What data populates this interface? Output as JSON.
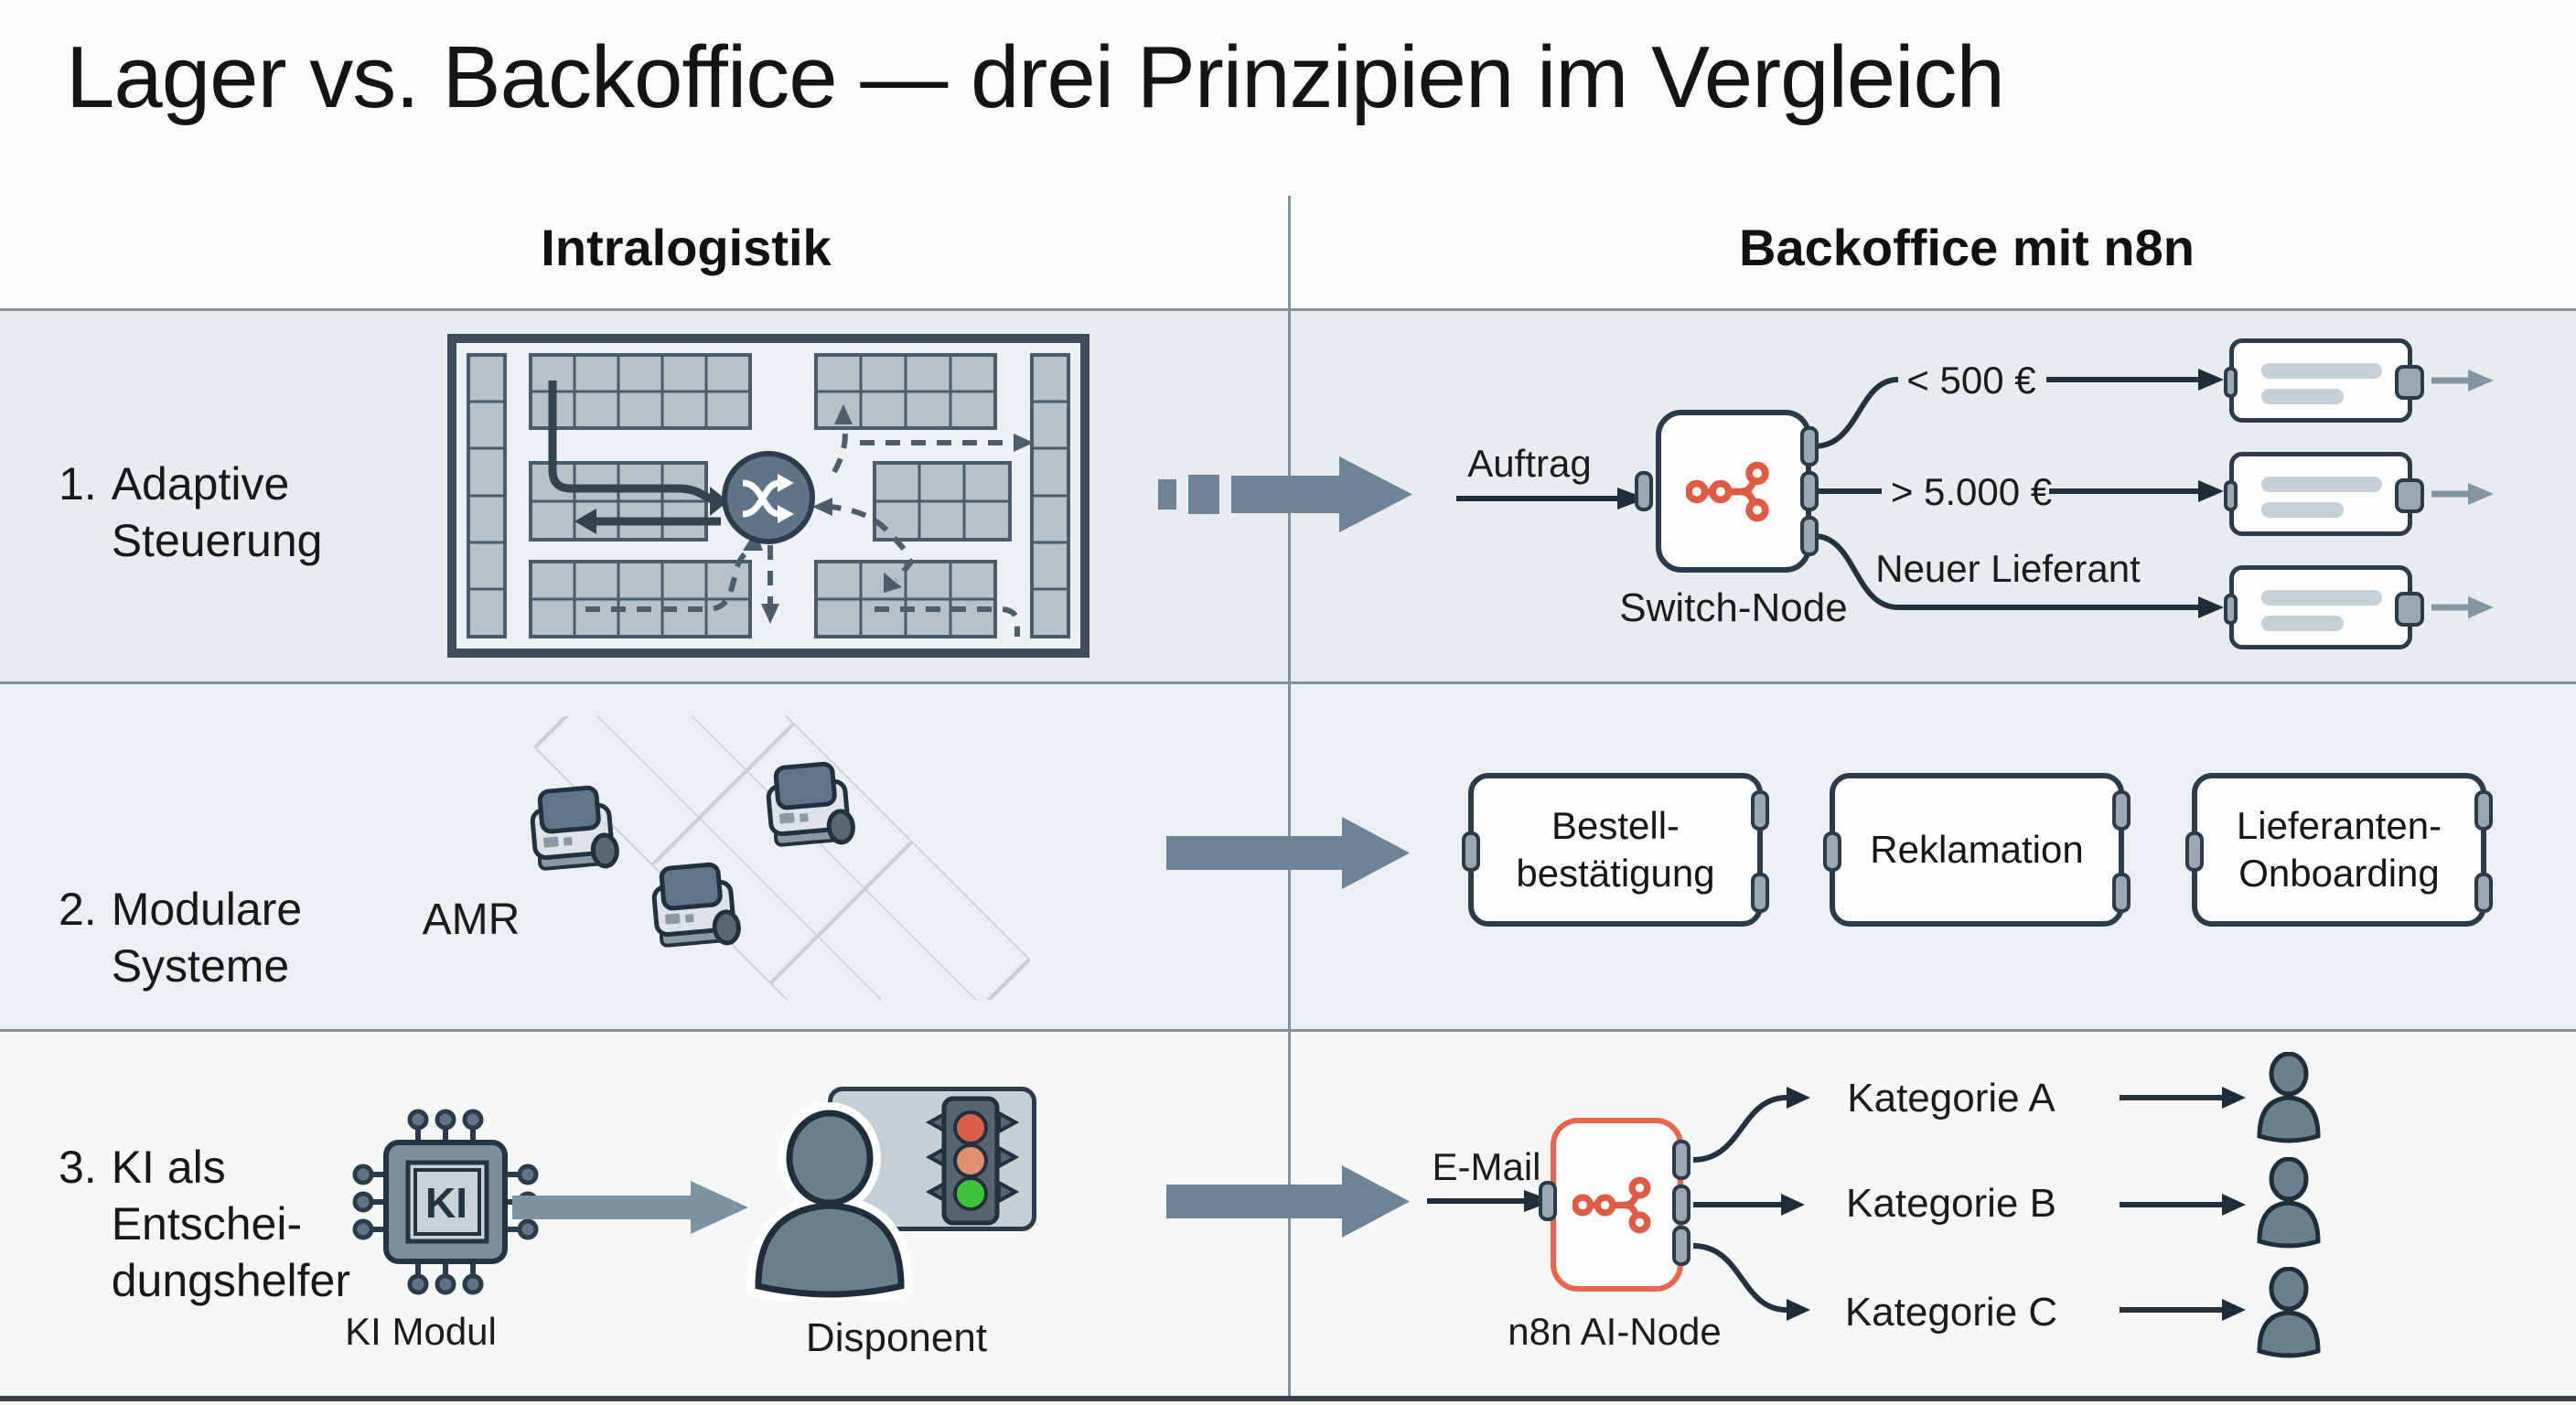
{
  "title": "Lager vs. Backoffice — drei Prinzipien im Vergleich",
  "columns": {
    "left": "Intralogistik",
    "right": "Backoffice mit n8n"
  },
  "row1": {
    "number": "1.",
    "label": "Adaptive\nSteuerung",
    "input_label": "Auftrag",
    "node_label": "Switch-Node",
    "branch_labels": [
      "< 500 €",
      "> 5.000 €",
      "Neuer Lieferant"
    ]
  },
  "row2": {
    "number": "2.",
    "label": "Modulare\nSysteme",
    "amr_label": "AMR",
    "node_labels": [
      "Bestell-\nbestätigung",
      "Reklamation",
      "Lieferanten-\nOnboarding"
    ]
  },
  "row3": {
    "number": "3.",
    "label": "KI als\nEntschei-\ndungshelfer",
    "chip_text": "KI",
    "chip_label": "KI Modul",
    "person_label": "Disponent",
    "input_label": "E-Mail",
    "node_label": "n8n AI-Node",
    "category_labels": [
      "Kategorie A",
      "Kategorie B",
      "Kategorie C"
    ]
  },
  "colors": {
    "n8n_orange": "#df5b43",
    "ai_node_border": "#e8664f",
    "node_border": "#2c3b49",
    "big_arrow": "#6d8496",
    "port_fill": "#9aa8b3",
    "divider": "#7f929e",
    "traffic_red": "#d95f4b",
    "traffic_amber": "#e09070",
    "traffic_green": "#3ec43b"
  }
}
